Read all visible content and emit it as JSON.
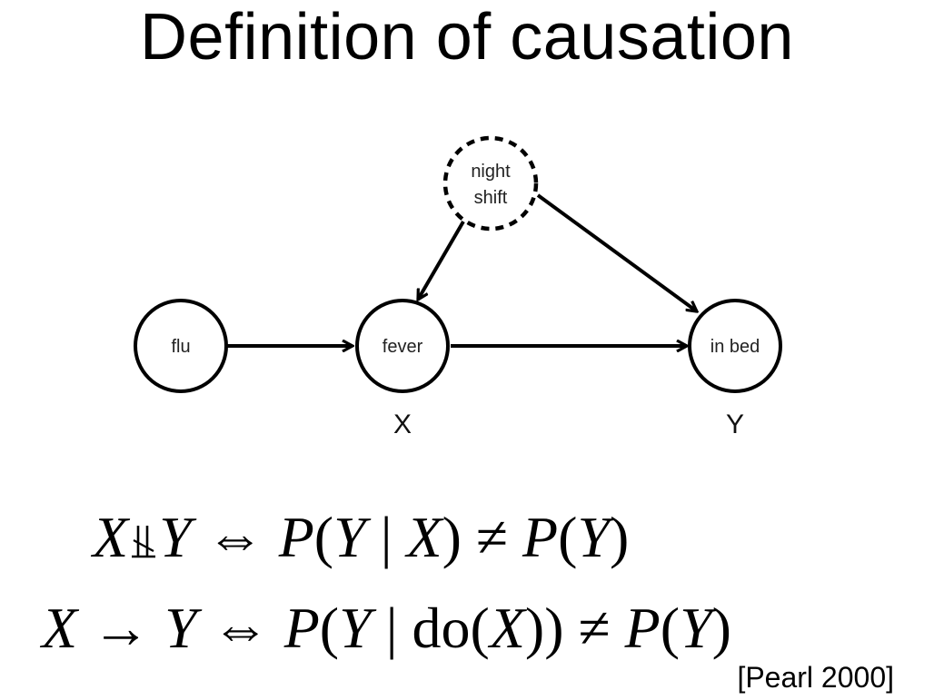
{
  "title": "Definition of causation",
  "nodes": {
    "flu": {
      "label": "flu"
    },
    "fever": {
      "label": "fever"
    },
    "in_bed": {
      "label": "in bed"
    },
    "night_shift": {
      "label_line1": "night",
      "label_line2": "shift"
    }
  },
  "variables": {
    "x": "X",
    "y": "Y"
  },
  "equations": {
    "eq1": {
      "lhs_x": "X",
      "lhs_y": "Y",
      "iff": "⇔",
      "p1": "P",
      "open1": "(",
      "y1": "Y",
      "bar1": " | ",
      "x1": "X",
      "close1": ")",
      "neq": "≠",
      "p2": "P",
      "open2": "(",
      "y2": "Y",
      "close2": ")"
    },
    "eq2": {
      "lhs_x": "X",
      "arrow": "→",
      "lhs_y": "Y",
      "iff": "⇔",
      "p1": "P",
      "open1": "(",
      "y1": "Y",
      "bar1": " | ",
      "do": "do",
      "open_do": "(",
      "x1": "X",
      "close_do": "))",
      "neq": "≠",
      "p2": "P",
      "open2": "(",
      "y2": "Y",
      "close2": ")"
    }
  },
  "citation": "[Pearl 2000]"
}
